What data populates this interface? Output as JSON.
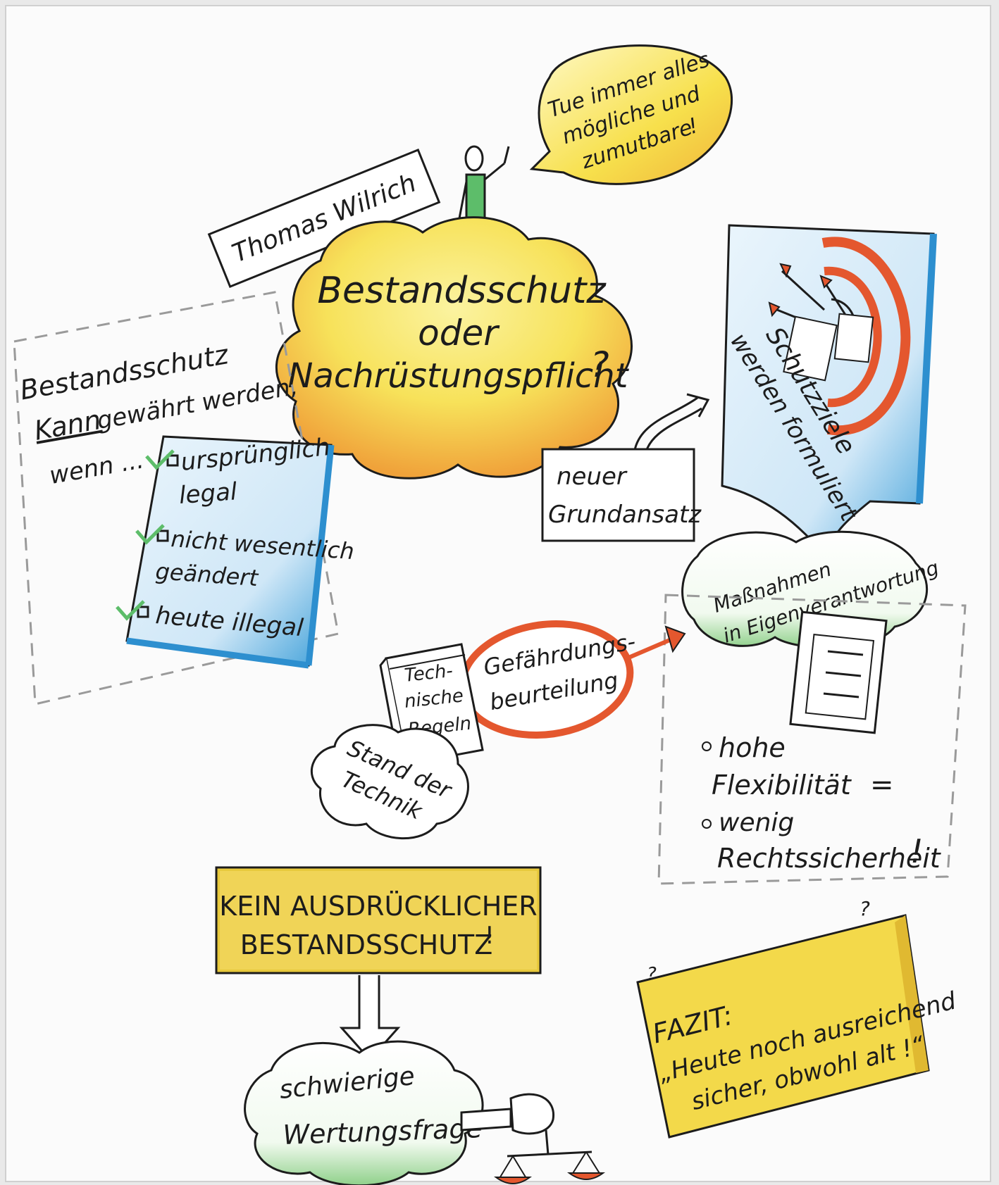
{
  "title": {
    "line1": "Bestandsschutz",
    "line2": "oder",
    "line3": "Nachrüstungspflicht",
    "mark": "?"
  },
  "speaker": {
    "name": "Thomas Wilrich"
  },
  "speech": {
    "line1": "Tue immer alles",
    "line2": "mögliche und",
    "line3": "zumutbare",
    "mark": "!"
  },
  "conditions": {
    "intro1": "Bestandsschutz",
    "intro2_a": "Kann",
    "intro2_b": "gewährt werden,",
    "intro3": "wenn ...",
    "items": [
      {
        "line1": "ursprünglich",
        "line2": "legal"
      },
      {
        "line1": "nicht wesentlich",
        "line2": "geändert"
      },
      {
        "line1": "heute illegal"
      }
    ]
  },
  "principle": {
    "line1": "neuer",
    "line2": "Grundansatz"
  },
  "goals": {
    "line1": "Schutzziele",
    "line2": "werden formuliert"
  },
  "measures": {
    "line1": "Maßnahmen",
    "line2": "in Eigenverantwortung"
  },
  "risk": {
    "line1": "Gefährdungs-",
    "line2": "beurteilung"
  },
  "rules_book": {
    "line1": "Tech-",
    "line2": "nische",
    "line3": "Regeln"
  },
  "state_of_art": {
    "line1": "Stand der",
    "line2": "Technik"
  },
  "tradeoffs": {
    "item1_line1": "hohe",
    "item1_line2": "Flexibilität",
    "equals": "=",
    "item2_line1": "wenig",
    "item2_line2": "Rechtssicherheit",
    "mark": "!"
  },
  "no_protection": {
    "line1": "KEIN AUSDRÜCKLICHER",
    "line2": "BESTANDSSCHUTZ",
    "mark": "!"
  },
  "difficult": {
    "line1": "schwierige",
    "line2": "Wertungsfrage"
  },
  "conclusion": {
    "label": "FAZIT:",
    "line1": "„Heute noch ausreichend",
    "line2": "sicher, obwohl alt !“"
  },
  "colors": {
    "paper": "#fbfbfb",
    "yellow": "#f6e04a",
    "orange": "#f0a63a",
    "blue": "#4aa8dc",
    "red": "#e4572e",
    "green": "#8fcf80",
    "ink": "#1c1c1c"
  },
  "icons": [
    "person-icon",
    "target-icon",
    "arrows-icon",
    "checklist-icon",
    "book-icon",
    "scale-icon",
    "hand-icon"
  ]
}
